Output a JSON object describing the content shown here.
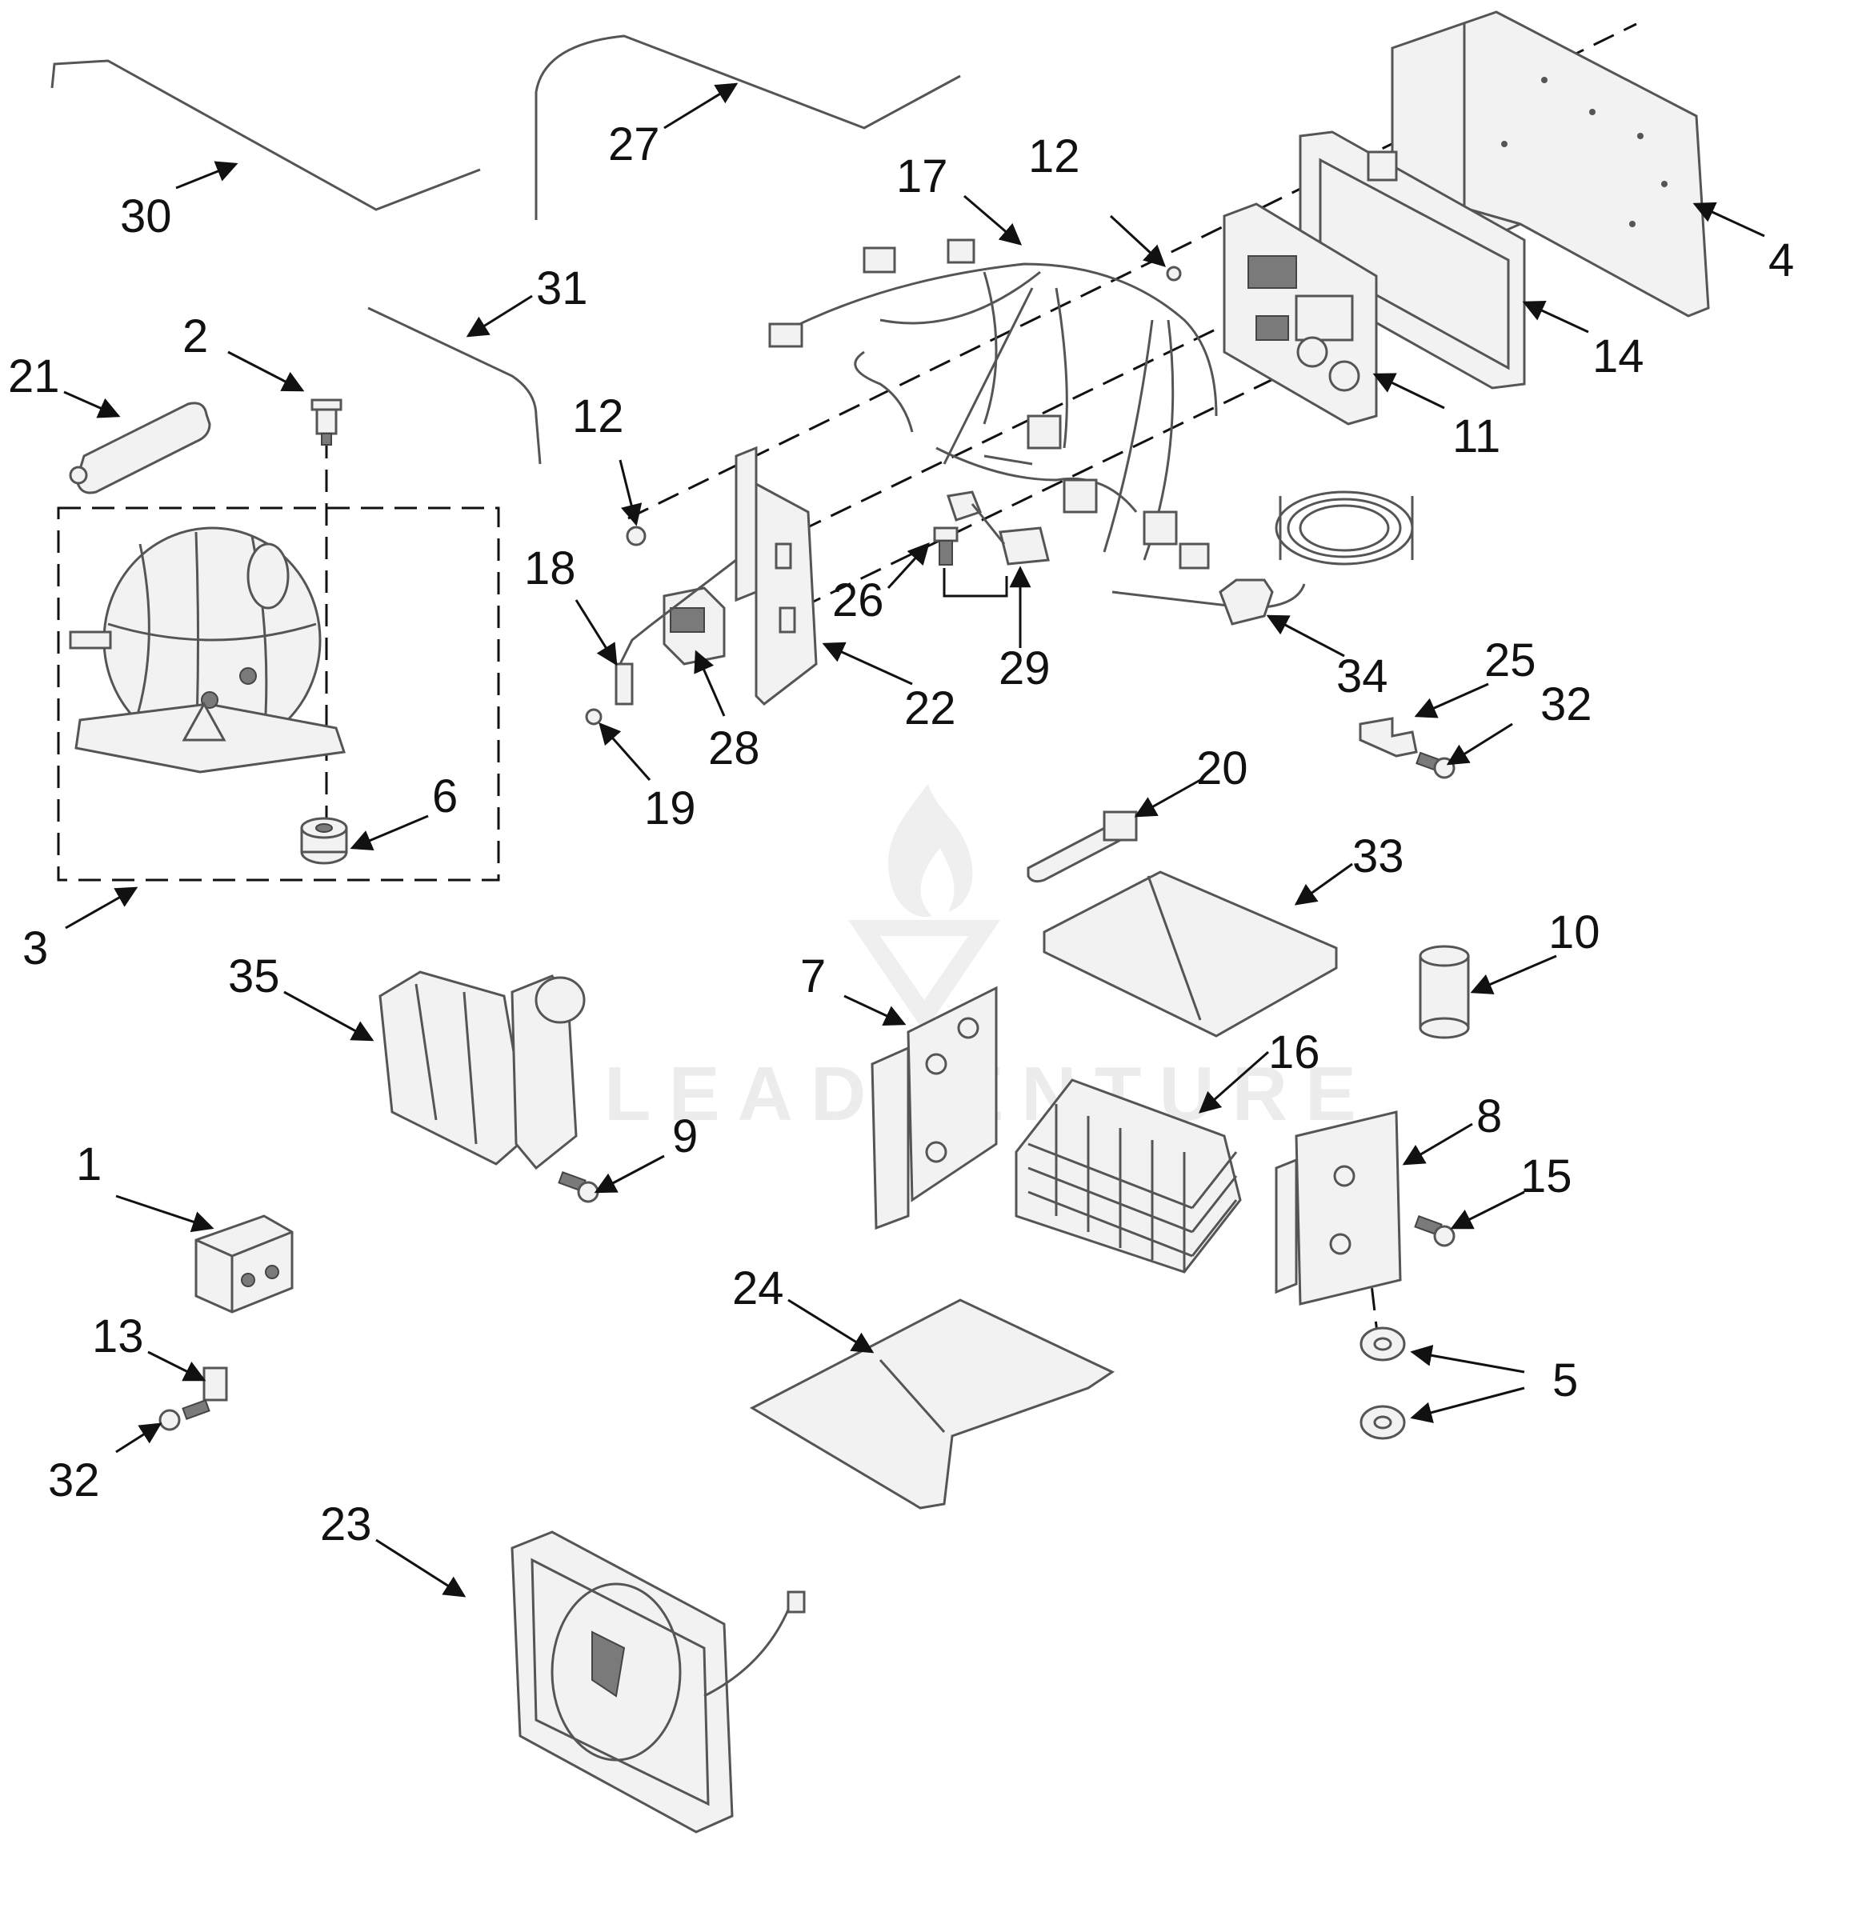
{
  "watermark": {
    "brand": "LEADVENTURE"
  },
  "callouts": [
    "30",
    "27",
    "31",
    "21",
    "2",
    "3",
    "6",
    "17",
    "12",
    "4",
    "14",
    "11",
    "12",
    "18",
    "26",
    "29",
    "28",
    "22",
    "19",
    "34",
    "25",
    "32",
    "20",
    "33",
    "10",
    "35",
    "7",
    "16",
    "8",
    "15",
    "9",
    "1",
    "13",
    "32",
    "24",
    "5",
    "23"
  ]
}
